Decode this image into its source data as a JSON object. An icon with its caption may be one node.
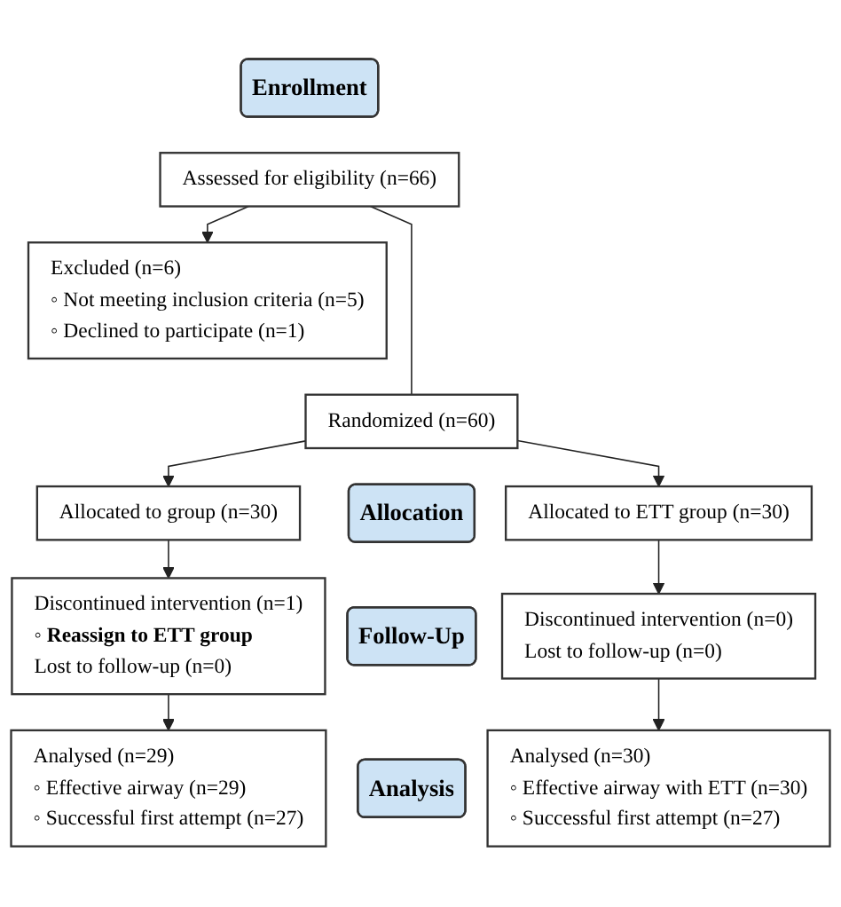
{
  "diagram": {
    "nodes": [
      {
        "text": [
          "Enrollment"
        ]
      },
      {
        "text": [
          "Assessed for eligibility (n=66)"
        ]
      },
      {
        "text": [
          "Excluded (n=6)",
          "◦ Not meeting inclusion criteria (n=5)",
          "◦ Declined to participate (n=1)"
        ]
      },
      {
        "text": [
          "Randomized (n=60)"
        ]
      },
      {
        "text": [
          "Allocation"
        ]
      },
      {
        "text": [
          "Allocated to group (n=30)"
        ]
      },
      {
        "text": [
          "Allocated to ETT group (n=30)"
        ]
      },
      {
        "text": [
          "Follow-Up"
        ]
      },
      {
        "text": [
          "Discontinued intervention (n=1)",
          "◦ Reassign to ETT group",
          "Lost to follow-up (n=0)"
        ]
      },
      {
        "text": [
          "Discontinued intervention (n=0)",
          "Lost to follow-up (n=0)"
        ]
      },
      {
        "text": [
          "Analysis"
        ]
      },
      {
        "text": [
          "Analysed (n=29)",
          "◦ Effective airway (n=29)",
          "◦ Successful first attempt (n=27)"
        ]
      },
      {
        "text": [
          "Analysed (n=30)",
          "◦ Effective airway with ETT (n=30)",
          "◦ Successful first attempt (n=27)"
        ]
      }
    ],
    "edges": [
      {
        "from": 1,
        "to": 3,
        "arrow": "none"
      },
      {
        "from": 1,
        "to": 2,
        "arrow": "to"
      },
      {
        "from": 3,
        "to": 5,
        "arrow": "to"
      },
      {
        "from": 3,
        "to": 6,
        "arrow": "to"
      },
      {
        "from": 5,
        "to": 8,
        "arrow": "to"
      },
      {
        "from": 6,
        "to": 9,
        "arrow": "to"
      },
      {
        "from": 8,
        "to": 11,
        "arrow": "to"
      },
      {
        "from": 9,
        "to": 12,
        "arrow": "to"
      }
    ]
  }
}
